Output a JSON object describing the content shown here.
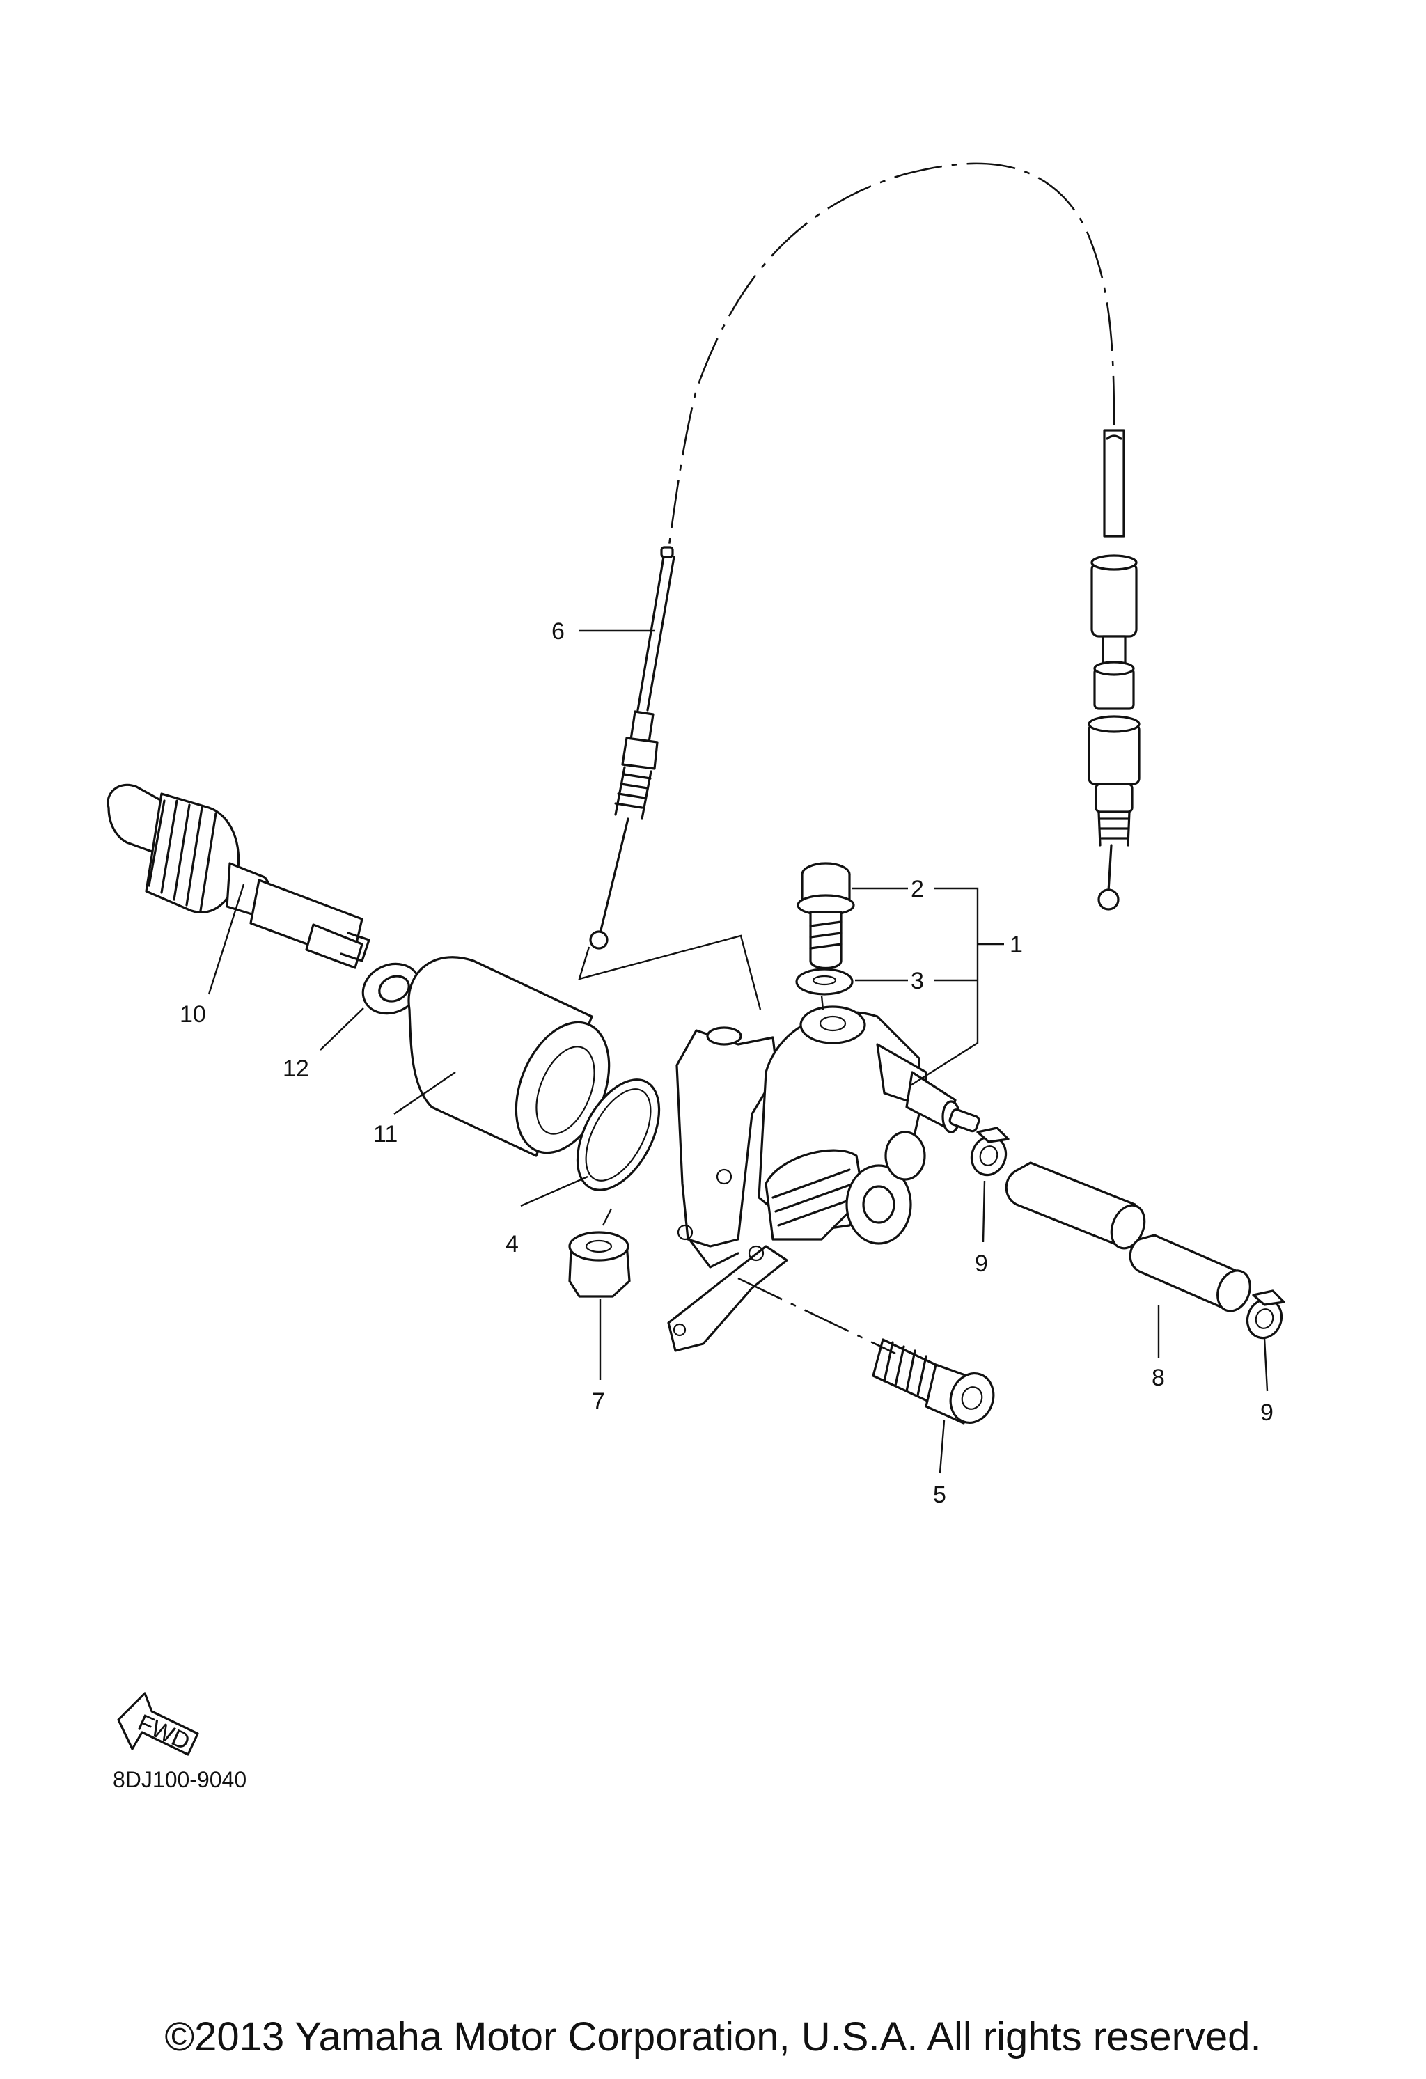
{
  "diagram": {
    "callouts": [
      {
        "id": "1",
        "text": "1"
      },
      {
        "id": "2",
        "text": "2"
      },
      {
        "id": "3",
        "text": "3"
      },
      {
        "id": "4",
        "text": "4"
      },
      {
        "id": "5",
        "text": "5"
      },
      {
        "id": "6",
        "text": "6"
      },
      {
        "id": "7",
        "text": "7"
      },
      {
        "id": "8",
        "text": "8"
      },
      {
        "id": "9a",
        "text": "9"
      },
      {
        "id": "9b",
        "text": "9"
      },
      {
        "id": "10",
        "text": "10"
      },
      {
        "id": "11",
        "text": "11"
      },
      {
        "id": "12",
        "text": "12"
      }
    ],
    "fwd_badge": "FWD",
    "diagram_code": "8DJ100-9040"
  },
  "footer": {
    "copyright": "©2013 Yamaha Motor Corporation, U.S.A. All rights reserved."
  }
}
